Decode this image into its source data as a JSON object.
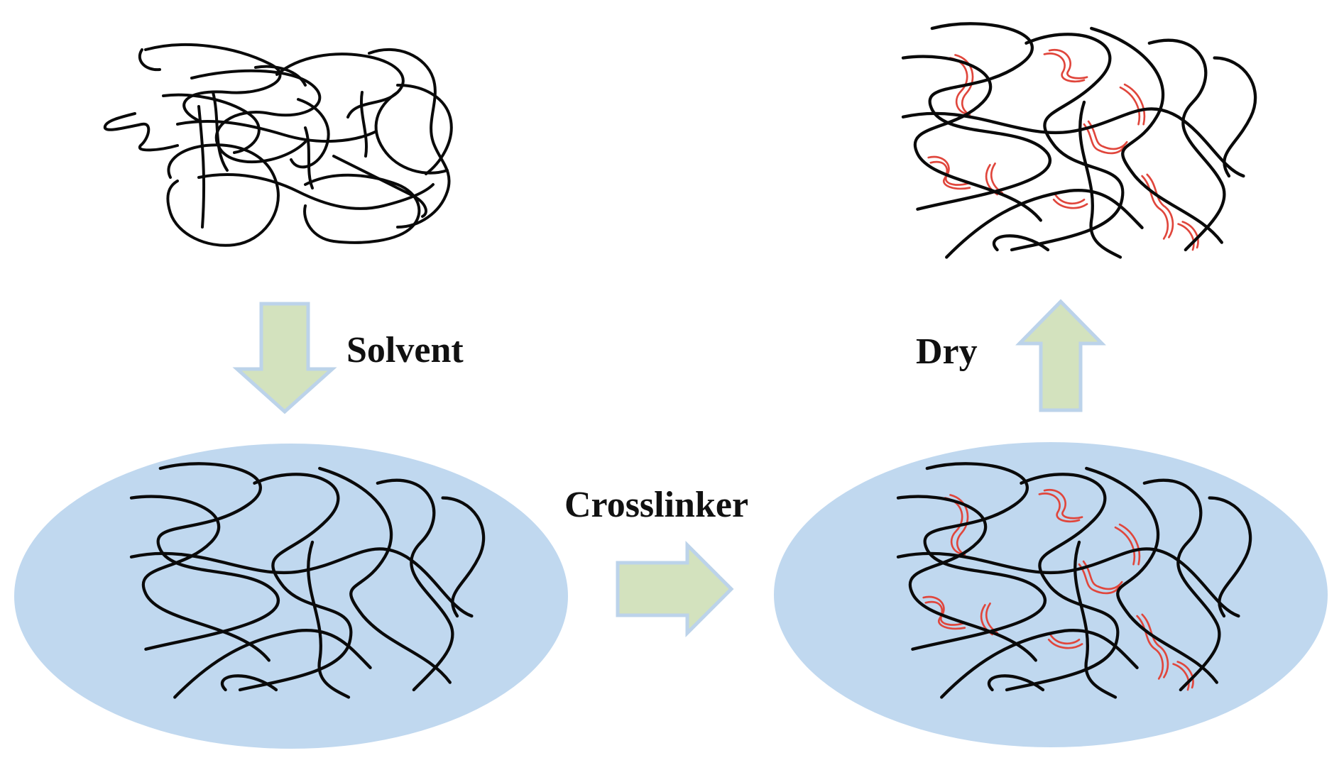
{
  "labels": {
    "solvent": "Solvent",
    "crosslinker": "Crosslinker",
    "dry": "Dry"
  },
  "colors": {
    "background": "#ffffff",
    "solution": "#c0d8ef",
    "arrow_fill": "#d3e2be",
    "arrow_stroke": "#bcd3ea",
    "polymer_chain": "#0a0a0a",
    "crosslink": "#e0463c"
  }
}
